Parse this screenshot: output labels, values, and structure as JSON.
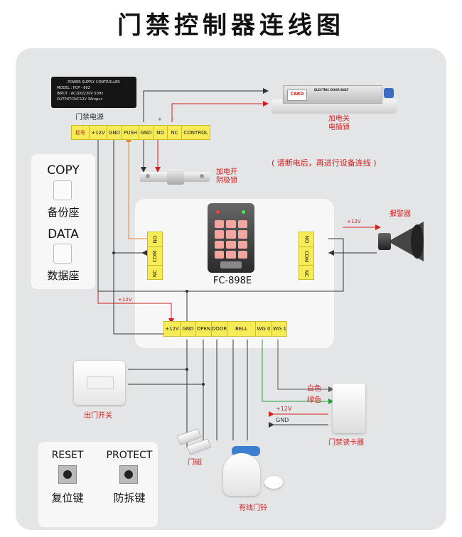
{
  "title": "门禁控制器连线图",
  "power_supply": {
    "plate_line1": "POWER SUPPLY CONTROLLER",
    "plate_line2": "MODEL : FCP - 802",
    "plate_line3": "INPUT   : AC200/230V   50Hz",
    "plate_line4": "OUTPUT:DVC12V  3Amps+",
    "label": "门禁电源",
    "terminals": [
      "标号",
      "+12V",
      "GND",
      "PUSH",
      "GND",
      "NO",
      "NC",
      "CONTROL"
    ],
    "sub_labels": [
      "+",
      "-"
    ]
  },
  "electric_bolt": {
    "plate_text": "ELECTRIC DOOR BOLT",
    "brand": "CARD",
    "label_line1": "加电关",
    "label_line2": "电插锁"
  },
  "strike_lock": {
    "label_line1": "加电开",
    "label_line2": "阴极锁"
  },
  "warning": "( 请断电后，再进行设备连线 )",
  "copy_box": {
    "top": "COPY",
    "bottom": "备份座"
  },
  "data_box": {
    "top": "DATA",
    "bottom": "数据座"
  },
  "left_relay": [
    "NO",
    "COM",
    "NC"
  ],
  "right_relay": [
    "NO",
    "COM",
    "NC"
  ],
  "model": "FC-898E",
  "alarm": {
    "label": "报警器",
    "wire": "+12V"
  },
  "main_terminals": [
    "+12V",
    "GND",
    "OPEN",
    "DOOR",
    "BELL",
    "WG 0",
    "WG 1"
  ],
  "wire_12v": "+12V",
  "exit_button": {
    "label": "出门开关"
  },
  "card_reader": {
    "white": "白色",
    "green": "绿色",
    "v12": "+12V",
    "gnd": "GND",
    "label": "门禁读卡器"
  },
  "door_magnet": {
    "label": "门磁"
  },
  "doorbell": {
    "label": "有线门铃"
  },
  "reset": {
    "top": "RESET",
    "bottom": "复位键"
  },
  "protect": {
    "top": "PROTECT",
    "bottom": "防拆键"
  },
  "colors": {
    "red_wire": "#d32020",
    "green_wire": "#2a9a3a",
    "terminal_yellow": "#f7ec57",
    "board": "#e4e5e6",
    "orange_wire": "#e8832a"
  }
}
